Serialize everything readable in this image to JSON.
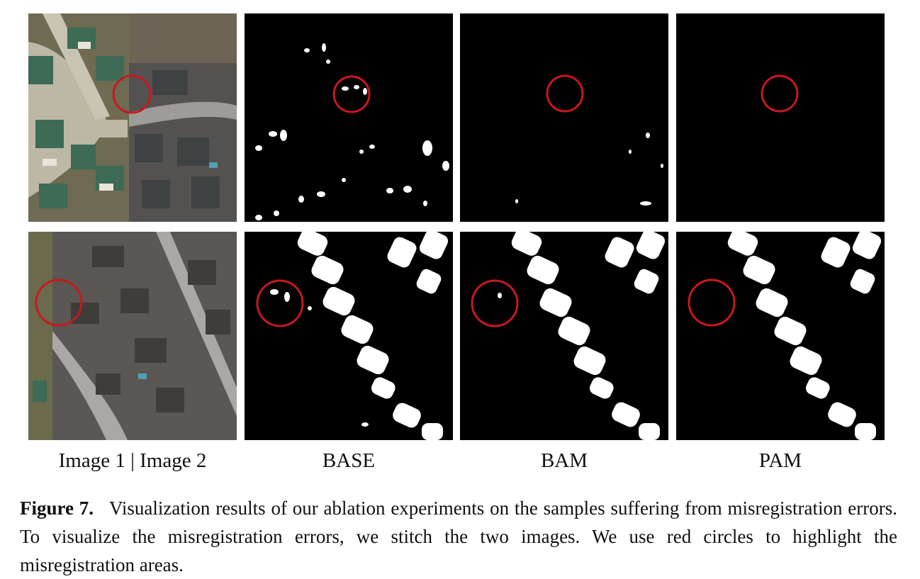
{
  "figure": {
    "column_labels": [
      "Image 1 | Image 2",
      "BASE",
      "BAM",
      "PAM"
    ],
    "caption": {
      "label": "Figure 7.",
      "text": "Visualization results of our ablation experiments on the samples suffering from misregistration errors. To visualize the misregistration errors, we stitch the two images. We use red circles to highlight the misregistration areas."
    },
    "colors": {
      "highlight_circle": "#c8181e",
      "mask_background": "#000000",
      "mask_foreground": "#ffffff"
    }
  }
}
